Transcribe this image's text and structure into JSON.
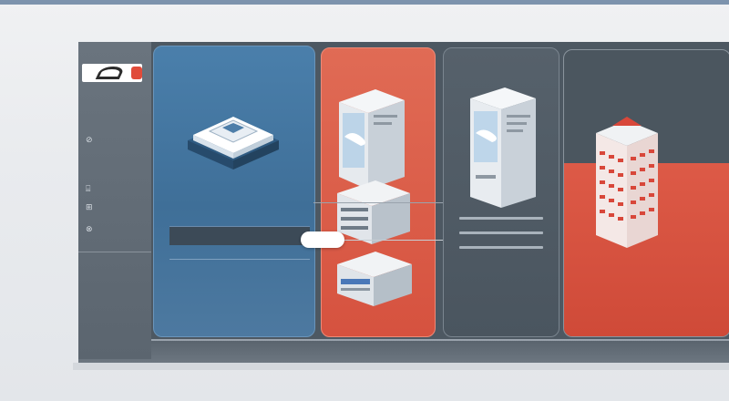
{
  "sidebar": {
    "logo_alt": "",
    "items": [
      {
        "icon": "chart-icon",
        "label": ""
      },
      {
        "icon": "user-icon",
        "label": ""
      },
      {
        "icon": "grid-icon",
        "label": ""
      },
      {
        "icon": "link-icon",
        "label": ""
      }
    ]
  },
  "cards": [
    {
      "id": "blue",
      "title": "",
      "subtitle": "",
      "band_label": "",
      "stats": [
        "",
        "",
        ""
      ],
      "stats2": [
        "",
        ""
      ]
    },
    {
      "id": "red",
      "title": "",
      "subtitle": "",
      "badge": ""
    },
    {
      "id": "gray",
      "caption_lines": 3
    },
    {
      "id": "mixed",
      "stat_label": "",
      "stat_value": ""
    }
  ],
  "colors": {
    "accent_red": "#d6523f",
    "accent_blue": "#4a7fab",
    "frame_gray": "#4d5862"
  },
  "icons": [
    "server-rack-icon",
    "device-stack-icon",
    "tower-icon",
    "isometric-tile-icon"
  ]
}
